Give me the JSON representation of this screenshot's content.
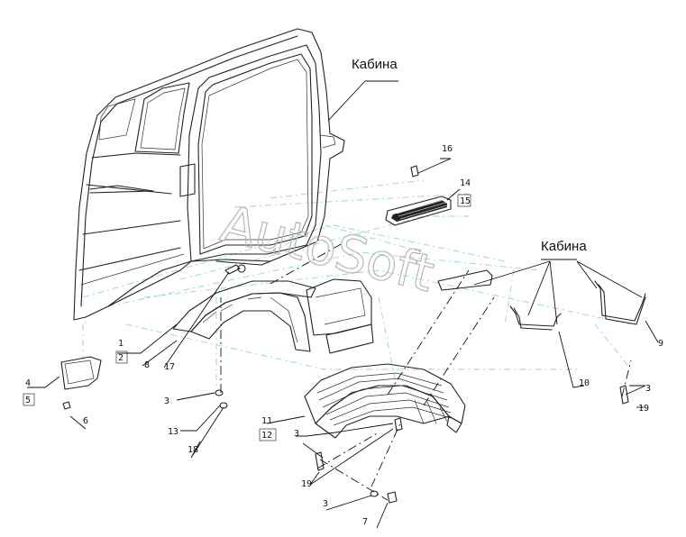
{
  "watermark": "AutoSoft",
  "labels": {
    "cab_top": "Кабина",
    "cab_right": "Кабина"
  },
  "callouts": {
    "c1": "1",
    "c2": "2",
    "c3a": "3",
    "c3b": "3",
    "c3c": "3",
    "c3d": "3",
    "c4": "4",
    "c5": "5",
    "c6": "6",
    "c7": "7",
    "c8": "8",
    "c9": "9",
    "c10": "10",
    "c11": "11",
    "c12": "12",
    "c13": "13",
    "c14": "14",
    "c15": "15",
    "c16": "16",
    "c17": "17",
    "c18": "18",
    "c19a": "19",
    "c19b": "19"
  }
}
